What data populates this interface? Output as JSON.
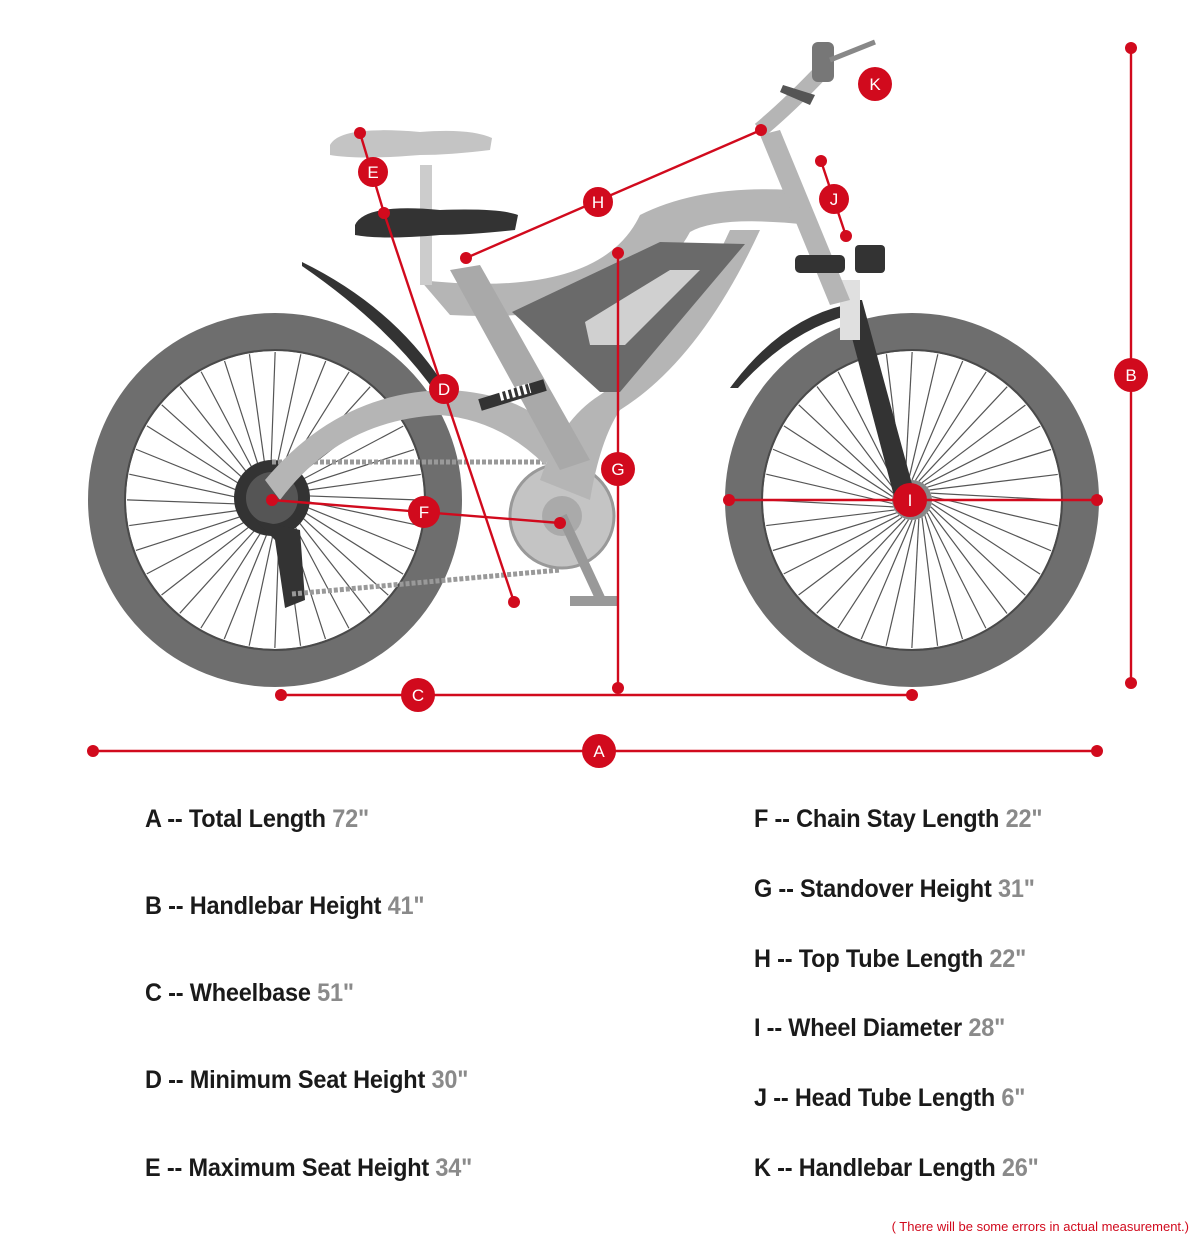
{
  "markers": {
    "A": "A",
    "B": "B",
    "C": "C",
    "D": "D",
    "E": "E",
    "F": "F",
    "G": "G",
    "H": "H",
    "I": "I",
    "J": "J",
    "K": "K"
  },
  "specs": {
    "A": {
      "label": "A -- Total Length",
      "value": "72\""
    },
    "B": {
      "label": "B -- Handlebar Height",
      "value": "41\""
    },
    "C": {
      "label": "C -- Wheelbase",
      "value": "51\""
    },
    "D": {
      "label": "D -- Minimum Seat Height",
      "value": "30\""
    },
    "E": {
      "label": "E -- Maximum Seat Height",
      "value": "34\""
    },
    "F": {
      "label": "F -- Chain Stay Length",
      "value": "22\""
    },
    "G": {
      "label": "G -- Standover Height",
      "value": "31\""
    },
    "H": {
      "label": "H -- Top Tube Length",
      "value": "22\""
    },
    "I": {
      "label": "I -- Wheel Diameter",
      "value": "28\""
    },
    "J": {
      "label": "J -- Head Tube Length",
      "value": "6\""
    },
    "K": {
      "label": "K -- Handlebar Length",
      "value": "26\""
    }
  },
  "note": "( There will be some errors in actual measurement.)",
  "colors": {
    "accent": "#d10a1d",
    "frame": "#b5b5b5",
    "tire": "#6e6e6e",
    "dark": "#333333"
  }
}
